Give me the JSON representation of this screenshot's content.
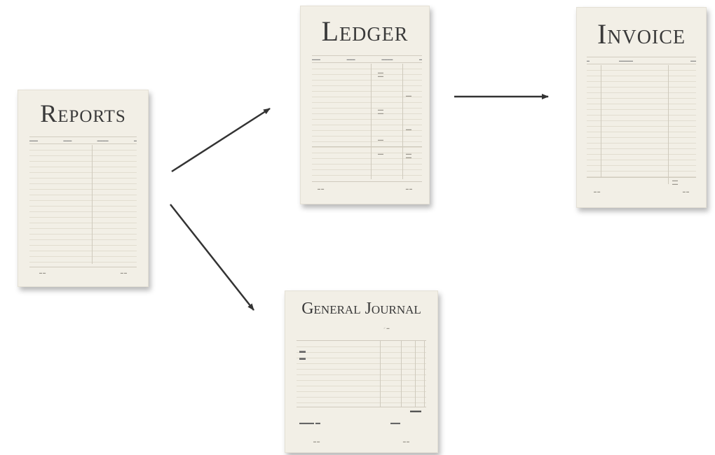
{
  "documents": {
    "reports": {
      "title": "Reports"
    },
    "ledger": {
      "title": "Ledger"
    },
    "invoice": {
      "title": "Invoice"
    },
    "journal": {
      "title": "General Journal"
    }
  },
  "colors": {
    "paper": "#f2efe6",
    "arrow": "#333333",
    "title_text": "#3a3a3a"
  },
  "edges": [
    {
      "from": "reports",
      "to": "ledger"
    },
    {
      "from": "ledger",
      "to": "invoice"
    },
    {
      "from": "reports",
      "to": "journal"
    }
  ]
}
